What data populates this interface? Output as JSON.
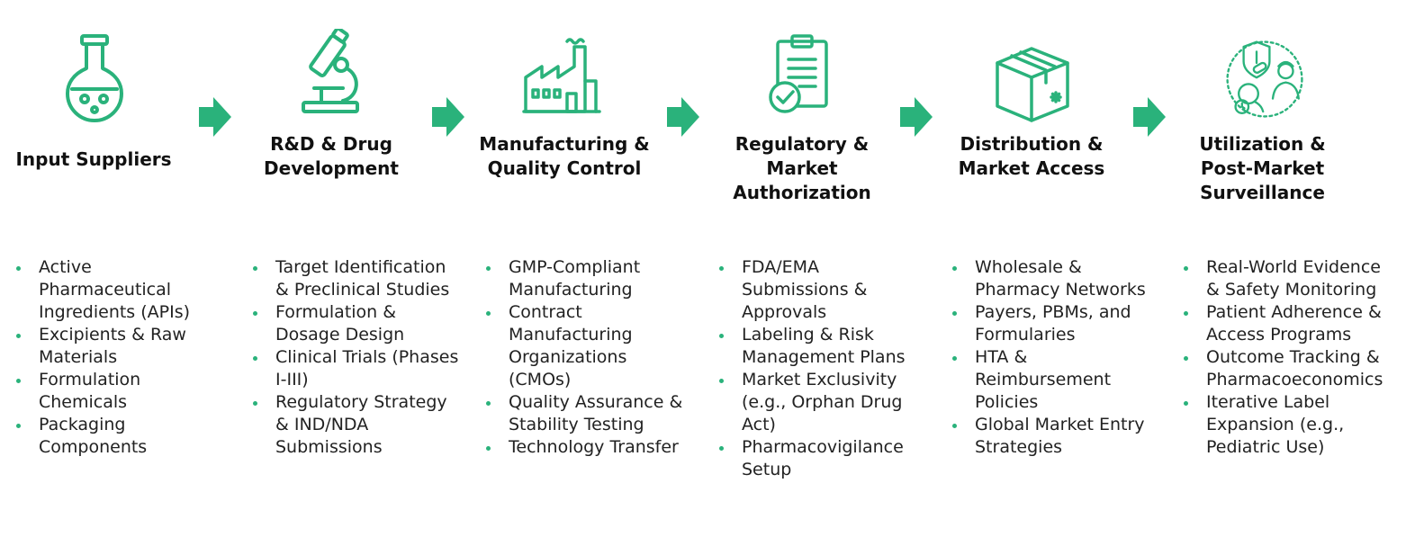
{
  "accent_color": "#2ab27b",
  "stages": [
    {
      "icon": "flask-icon",
      "title": "Input Suppliers",
      "items": [
        "Active Pharmaceutical Ingredients (APIs)",
        "Excipients & Raw Materials",
        "Formulation Chemicals",
        "Packaging Components"
      ]
    },
    {
      "icon": "microscope-icon",
      "title": "R&D & Drug Development",
      "items": [
        "Target Identification & Preclinical Studies",
        "Formulation & Dosage Design",
        "Clinical Trials (Phases I-III)",
        "Regulatory Strategy & IND/NDA Submissions"
      ]
    },
    {
      "icon": "factory-icon",
      "title": "Manufacturing & Quality Control",
      "items": [
        "GMP-Compliant Manufacturing",
        "Contract Manufacturing Organizations (CMOs)",
        "Quality Assurance & Stability Testing",
        "Technology Transfer"
      ]
    },
    {
      "icon": "clipboard-check-icon",
      "title": "Regulatory & Market Authorization",
      "items": [
        "FDA/EMA Submissions & Approvals",
        "Labeling & Risk Management Plans",
        "Market Exclusivity (e.g., Orphan Drug Act)",
        "Pharmacovigilance Setup"
      ]
    },
    {
      "icon": "package-box-icon",
      "title": "Distribution & Market Access",
      "items": [
        "Wholesale & Pharmacy Networks",
        "Payers, PBMs, and Formularies",
        "HTA & Reimbursement Policies",
        "Global Market Entry Strategies"
      ]
    },
    {
      "icon": "patient-care-icon",
      "title": "Utilization & Post-Market Surveillance",
      "items": [
        "Real-World Evidence & Safety Monitoring",
        "Patient Adherence & Access Programs",
        "Outcome Tracking & Pharmacoeconomics",
        "Iterative Label Expansion (e.g., Pediatric Use)"
      ]
    }
  ]
}
